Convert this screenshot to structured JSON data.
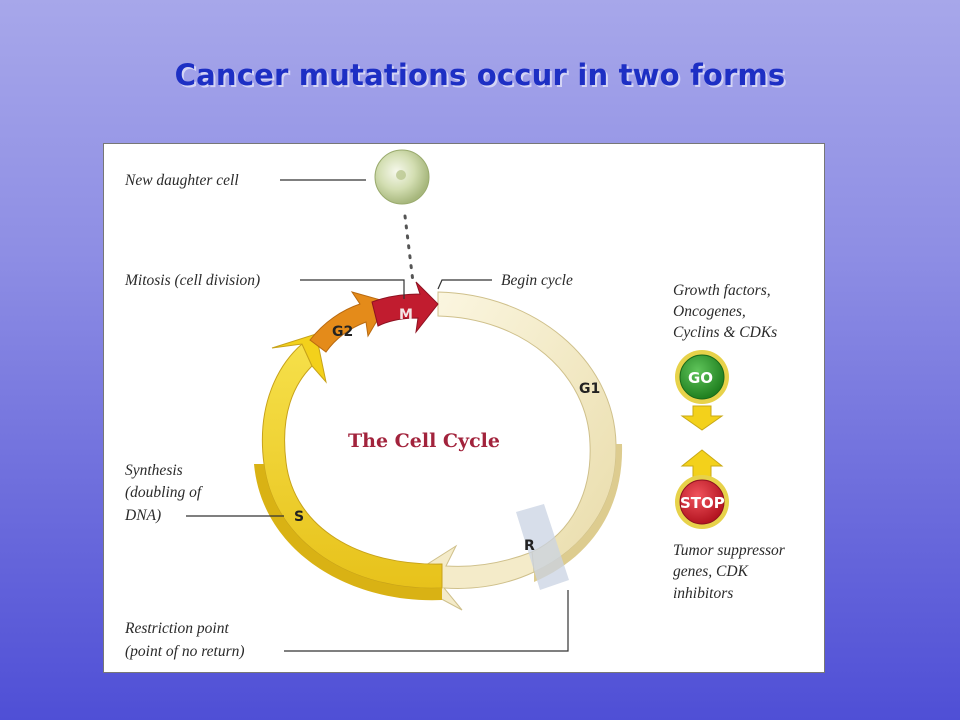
{
  "slide": {
    "title": "Cancer mutations occur in two forms"
  },
  "diagram": {
    "center_title": "The Cell Cycle",
    "labels": {
      "new_daughter_cell": "New daughter cell",
      "mitosis": "Mitosis (cell division)",
      "begin_cycle": "Begin cycle",
      "synthesis_line1": "Synthesis",
      "synthesis_line2": "(doubling of",
      "synthesis_line3": "DNA)",
      "restriction_line1": "Restriction point",
      "restriction_line2": "(point of no return)"
    },
    "phases": {
      "m": "M",
      "g2": "G2",
      "g1": "G1",
      "s": "S",
      "r": "R"
    },
    "legend": {
      "go_caption_line1": "Growth factors,",
      "go_caption_line2": "Oncogenes,",
      "go_caption_line3": "Cyclins & CDKs",
      "go_label": "GO",
      "stop_label": "STOP",
      "stop_caption_line1": "Tumor suppressor",
      "stop_caption_line2": "genes, CDK",
      "stop_caption_line3": "inhibitors"
    },
    "colors": {
      "m_phase": "#c11c2f",
      "g2_phase": "#e48b1a",
      "s_phase": "#f2d21c",
      "g1_phase": "#f5ecc8",
      "go_button": "#2f9a2c",
      "stop_button": "#d9232f",
      "arrow_yellow": "#f3d11b",
      "center_title": "#a2233c"
    }
  }
}
